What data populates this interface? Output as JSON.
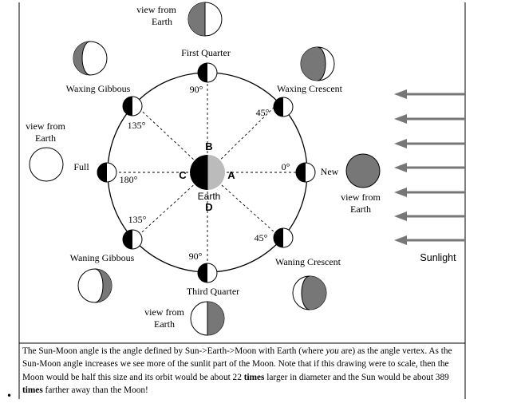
{
  "diagram": {
    "top_caption_partial": "",
    "phases": [
      {
        "key": "new",
        "label": "New",
        "angle": "0°"
      },
      {
        "key": "waxing_crescent",
        "label": "Waxing Crescent",
        "angle": "45°"
      },
      {
        "key": "first_quarter",
        "label": "First Quarter",
        "angle": "90°"
      },
      {
        "key": "waxing_gibbous",
        "label": "Waxing Gibbous",
        "angle": "135°"
      },
      {
        "key": "full",
        "label": "Full",
        "angle": "180°"
      },
      {
        "key": "waning_gibbous",
        "label": "Waning Gibbous",
        "angle": "135°"
      },
      {
        "key": "third_quarter",
        "label": "Third Quarter",
        "angle": "90°"
      },
      {
        "key": "waning_crescent",
        "label": "Waning Crescent",
        "angle": "45°"
      }
    ],
    "earth_label": "Earth",
    "point_labels": {
      "a": "A",
      "b": "B",
      "c": "C",
      "d": "D"
    },
    "view_label_line1": "view from",
    "view_label_line2": "Earth",
    "sunlight_label": "Sunlight"
  },
  "caption": {
    "part1": "The Sun-Moon angle is the angle defined by Sun->Earth->Moon with Earth (where ",
    "you": "you",
    "part2": " are) as the angle vertex. As the Sun-Moon angle increases we see more of the sunlit part of the Moon. Note that if this drawing were to scale, then the Moon would be half this size and its orbit would be about 22 ",
    "times1": "times",
    "part3": " larger in diameter and the Sun would be about 389 ",
    "times2": "times",
    "part4": " farther away than the Moon!"
  },
  "bullet": "•",
  "colors": {
    "shadow": "#000000",
    "appearance_gray": "#777777",
    "earth_lit": "#bbbbbb",
    "arrow": "#777777"
  }
}
